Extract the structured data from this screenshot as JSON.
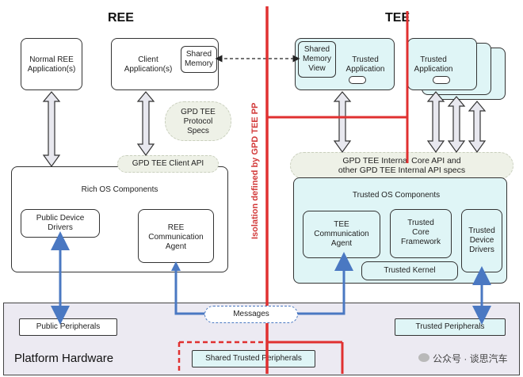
{
  "headings": {
    "ree": "REE",
    "tee": "TEE"
  },
  "ree": {
    "normal_app": "Normal REE\nApplication(s)",
    "client_app": "Client\nApplication(s)",
    "shared_memory": "Shared\nMemory",
    "protocol_specs": "GPD TEE\nProtocol\nSpecs",
    "client_api": "GPD TEE Client API",
    "rich_os": "Rich OS Components",
    "public_drivers": "Public Device\nDrivers",
    "ree_comm_agent": "REE\nCommunication\nAgent"
  },
  "tee": {
    "shared_memory_view": "Shared\nMemory\nView",
    "trusted_app_1": "Trusted\nApplication",
    "trusted_app_2": "Trusted\nApplication",
    "internal_api": "GPD TEE Internal Core API and\nother GPD TEE Internal API specs",
    "trusted_os": "Trusted OS Components",
    "tee_comm_agent": "TEE\nCommunication\nAgent",
    "trusted_core": "Trusted\nCore\nFramework",
    "trusted_drivers": "Trusted\nDevice\nDrivers",
    "trusted_kernel": "Trusted Kernel"
  },
  "isolation_label": "Isolation defined by GPD TEE PP",
  "hardware": {
    "title": "Platform Hardware",
    "public_peripherals": "Public Peripherals",
    "messages": "Messages",
    "trusted_peripherals": "Trusted Peripherals",
    "shared_trusted_peripherals": "Shared Trusted Peripherals"
  },
  "watermark": "公众号 · 谈思汽车",
  "colors": {
    "trusted_fill": "#dff5f6",
    "isolation_red": "#e03030",
    "blue_arrow": "#4a78c2",
    "platform_fill": "#eceaf2"
  }
}
